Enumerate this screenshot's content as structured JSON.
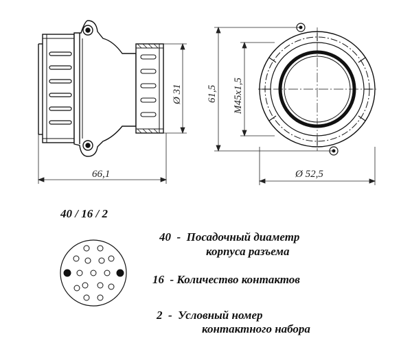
{
  "dimensions": {
    "length": "66,1",
    "neck_diameter": "Ø 31",
    "height": "61,5",
    "thread": "M45x1,5",
    "outer_diameter": "Ø 52,5"
  },
  "legend": {
    "code": "40 / 16 / 2",
    "items": [
      {
        "num": "40",
        "sep": "-",
        "line1": "Посадочный диаметр",
        "line2": "корпуса разъема"
      },
      {
        "num": "16",
        "sep": "-",
        "line1": "Количество контактов",
        "line2": ""
      },
      {
        "num": "2",
        "sep": "-",
        "line1": "Условный номер",
        "line2": "контактного набора"
      }
    ]
  },
  "colors": {
    "ink": "#111111",
    "background": "#ffffff"
  }
}
